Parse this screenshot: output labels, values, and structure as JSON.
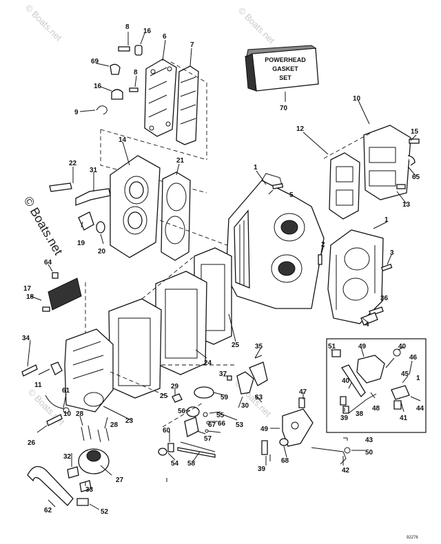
{
  "watermark": {
    "text": "© Boats.net"
  },
  "gasket_box": {
    "line1": "POWERHEAD",
    "line2": "GASKET",
    "line3": "SET"
  },
  "figure_number": "92276",
  "callouts": {
    "c8a": "8",
    "c16a": "16",
    "c6": "6",
    "c7": "7",
    "c69": "69",
    "c8b": "8",
    "c16b": "16",
    "c9": "9",
    "c70": "70",
    "c10": "10",
    "c15": "15",
    "c12": "12",
    "c14": "14",
    "c21": "21",
    "c22": "22",
    "c31": "31",
    "c1a": "1",
    "c5": "5",
    "c65": "65",
    "c13": "13",
    "c19": "19",
    "c20": "20",
    "c1b": "1",
    "c2": "2",
    "c3": "3",
    "c64": "64",
    "c17": "17",
    "c18": "18",
    "c36": "36",
    "c4": "4",
    "c25a": "25",
    "c35": "35",
    "c34": "34",
    "c24": "24",
    "c51": "51",
    "c49a": "49",
    "c40a": "40",
    "c46": "46",
    "c45": "45",
    "c1c": "1",
    "c11": "11",
    "c37": "37",
    "c29": "29",
    "c59": "59",
    "c30": "30",
    "c63": "63",
    "c40b": "40",
    "c39a": "39",
    "c48": "48",
    "c44": "44",
    "c38": "38",
    "c41": "41",
    "c25b": "25",
    "c61": "61",
    "c10b": "10",
    "c47": "47",
    "c56": "56",
    "c55": "55",
    "c67": "67",
    "c66": "66",
    "c53": "53",
    "c23": "23",
    "c28a": "28",
    "c28b": "28",
    "c26": "26",
    "c57": "57",
    "c49b": "49",
    "c60": "60",
    "c43": "43",
    "c50": "50",
    "c54": "54",
    "c58": "58",
    "c68": "68",
    "c32": "32",
    "c39b": "39",
    "c42": "42",
    "c27": "27",
    "c33": "33",
    "c62": "62",
    "c52": "52"
  }
}
